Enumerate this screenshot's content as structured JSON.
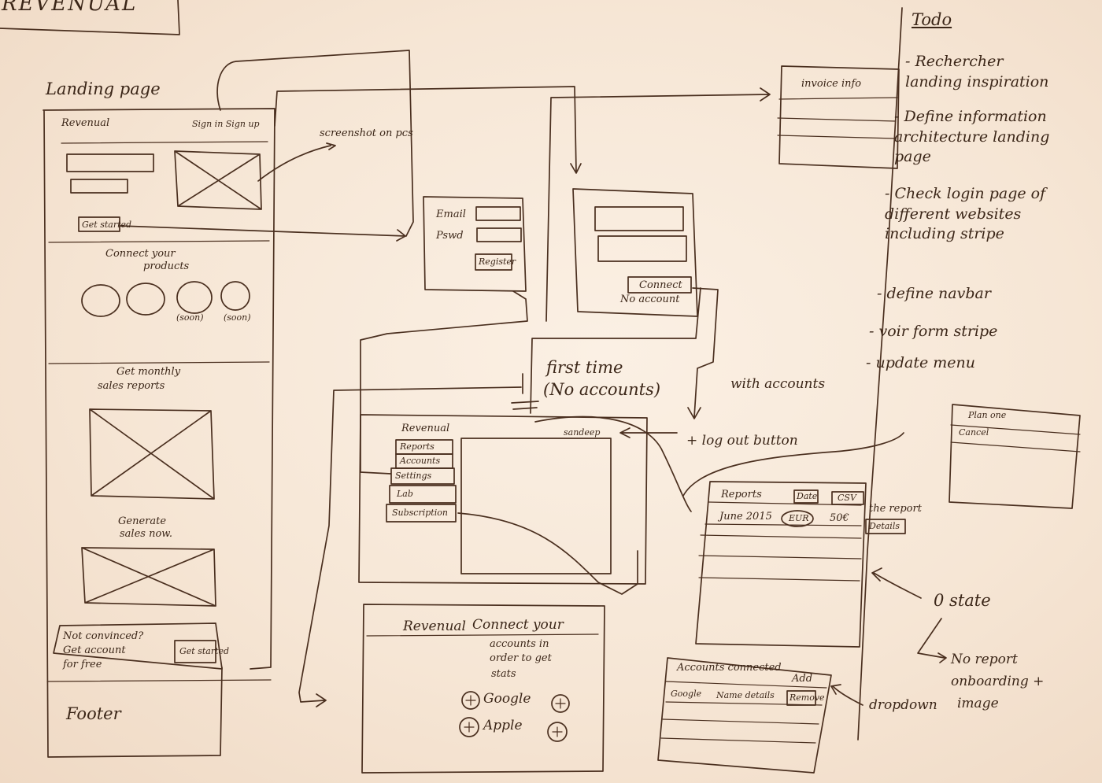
{
  "title": "REVENUAL",
  "landing_page": {
    "label": "Landing page",
    "brand": "Revenual",
    "nav": "Sign in Sign up",
    "cta_button": "Get started",
    "screenshot_note": "screenshot on pcs",
    "connect_heading_1": "Connect your",
    "connect_heading_2": "products",
    "circle_labels": [
      "(soon)",
      "(soon)"
    ],
    "reports_heading_1": "Get monthly",
    "reports_heading_2": "sales reports",
    "generate_1": "Generate",
    "generate_2": "sales now.",
    "promo_1": "Not convinced?",
    "promo_2": "Get account",
    "promo_3": "for free",
    "promo_button": "Get started",
    "footer": "Footer"
  },
  "signup_form": {
    "email_label": "Email",
    "password_label": "Pswd",
    "register_button": "Register"
  },
  "login_form": {
    "connect_button": "Connect",
    "no_account_link": "No account"
  },
  "invoice_table": {
    "header": "invoice info"
  },
  "flow": {
    "first_time_1": "first time",
    "first_time_2": "(No accounts)",
    "with_accounts": "with accounts"
  },
  "dashboard": {
    "brand": "Revenual",
    "menu": [
      "Reports",
      "Accounts",
      "Settings",
      "Lab",
      "Subscription"
    ],
    "user": "sandeep",
    "logout_note": "+ log out button"
  },
  "reports_panel": {
    "title": "Reports",
    "date_button": "Date",
    "csv_button": "CSV",
    "note": "the report",
    "row_month": "June 2015",
    "row_currency": "EUR",
    "row_amount": "50€",
    "row_button": "Details"
  },
  "zero_state": {
    "label": "0 state",
    "note_1": "No report",
    "note_2": "onboarding +",
    "note_3": "image",
    "dropdown_note": "dropdown"
  },
  "accounts_panel": {
    "title": "Accounts connected",
    "add": "Add",
    "cols": [
      "Google",
      "Name details",
      "Remove"
    ]
  },
  "connect_accounts": {
    "brand": "Revenual",
    "heading": "Connect your",
    "line_2": "accounts in",
    "line_3": "order to get",
    "line_4": "stats",
    "providers": [
      "Google",
      "Apple"
    ]
  },
  "small_dropdown": {
    "item_1": "Plan one",
    "item_2": "Cancel"
  },
  "todo": {
    "title": "Todo",
    "items": [
      "- Rechercher landing inspiration",
      "- Define information architecture landing page",
      "- Check login page of different websites including stripe",
      "- define navbar",
      "- voir form stripe",
      "- update menu"
    ]
  }
}
